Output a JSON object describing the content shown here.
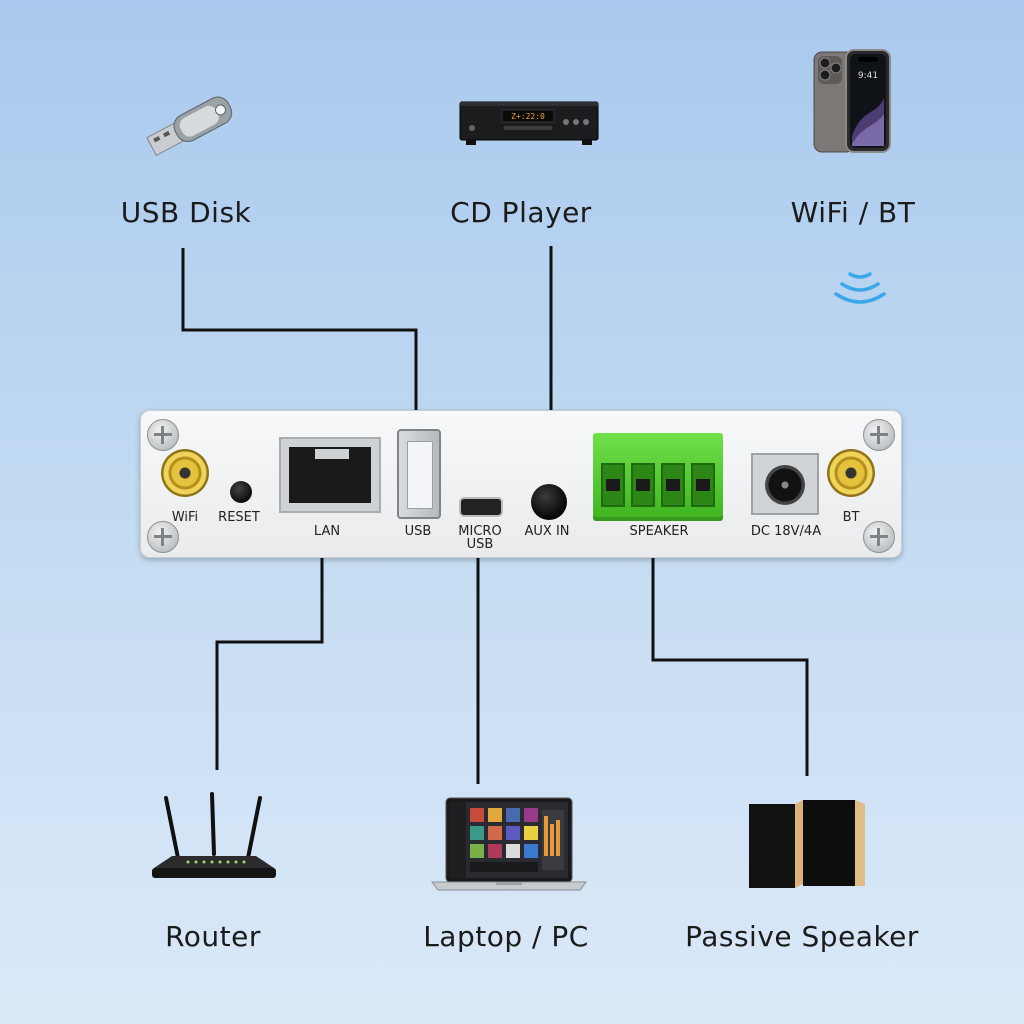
{
  "labels": {
    "usb_disk": "USB Disk",
    "cd_player": "CD Player",
    "wifi_bt": "WiFi / BT",
    "router": "Router",
    "laptop_pc": "Laptop / PC",
    "passive_speaker": "Passive Speaker"
  },
  "panel": {
    "wifi": "WiFi",
    "reset": "RESET",
    "lan": "LAN",
    "usb": "USB",
    "micro_usb_line1": "MICRO",
    "micro_usb_line2": "USB",
    "aux_in": "AUX IN",
    "speaker": "SPEAKER",
    "dc": "DC 18V/4A",
    "bt": "BT"
  },
  "cd_display": "Z+:22:0",
  "colors": {
    "background_top": "#a9c9ee",
    "background_bottom": "#dbe9f8",
    "connector_line": "#111111",
    "terminal_green": "#4fc82c",
    "antenna_gold": "#e4c23c",
    "signal_blue": "#3aa8e8"
  },
  "icons": {
    "usb_disk": "usb-flash-drive-icon",
    "cd_player": "cd-player-icon",
    "phone": "smartphone-icon",
    "signal": "wireless-signal-icon",
    "router": "router-icon",
    "laptop": "laptop-icon",
    "speaker": "bookshelf-speaker-icon"
  }
}
